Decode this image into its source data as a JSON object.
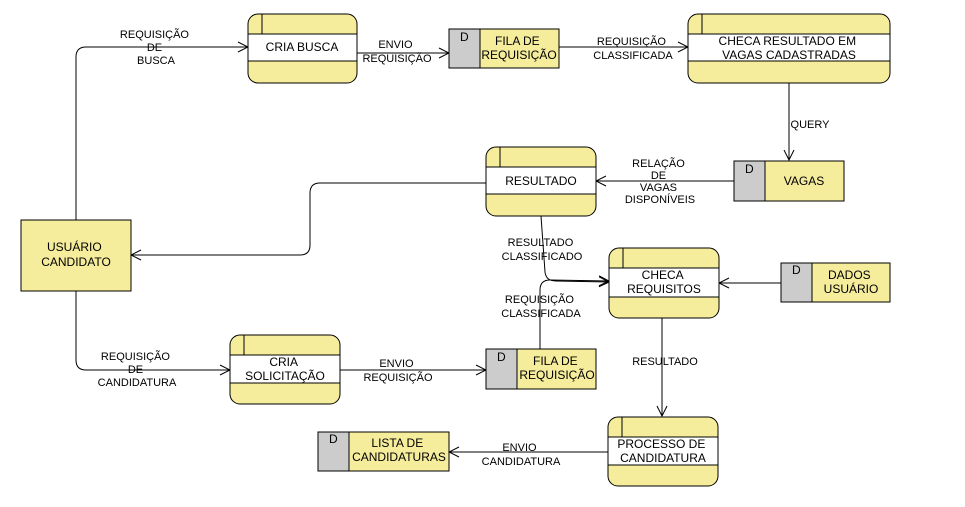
{
  "colors": {
    "fill": "#F5EC9C",
    "store_id_fill": "#CCCCCC",
    "stroke": "#000000",
    "background": "#FFFFFF"
  },
  "processes": {
    "cria_busca": {
      "lines": [
        "CRIA BUSCA"
      ]
    },
    "checa_resultado": {
      "lines": [
        "CHECA RESULTADO EM",
        "VAGAS CADASTRADAS"
      ]
    },
    "resultado": {
      "lines": [
        "RESULTADO"
      ]
    },
    "checa_requisitos": {
      "lines": [
        "CHECA",
        "REQUISITOS"
      ]
    },
    "cria_solicitacao": {
      "lines": [
        "CRIA",
        "SOLICITAÇÃO"
      ]
    },
    "processo_candidatura": {
      "lines": [
        "PROCESSO DE",
        "CANDIDATURA"
      ]
    }
  },
  "stores": {
    "fila_busca": {
      "id": "D",
      "lines": [
        "FILA DE",
        "REQUISIÇÃO"
      ]
    },
    "vagas": {
      "id": "D",
      "lines": [
        "VAGAS"
      ]
    },
    "dados_usuario": {
      "id": "D",
      "lines": [
        "DADOS",
        "USUÁRIO"
      ]
    },
    "fila_candidatura": {
      "id": "D",
      "lines": [
        "FILA DE",
        "REQUISIÇÃO"
      ]
    },
    "lista_candidaturas": {
      "id": "D",
      "lines": [
        "LISTA DE",
        "CANDIDATURAS"
      ]
    }
  },
  "entities": {
    "usuario": {
      "lines": [
        "USUÁRIO",
        "CANDIDATO"
      ]
    }
  },
  "flows": {
    "requisicao_busca": [
      "REQUISIÇÃO",
      "DE",
      "BUSCA"
    ],
    "envio_requisicao_1": [
      "ENVIO",
      "REQUISIÇÃO"
    ],
    "requisicao_classificada_1": [
      "REQUISIÇÃO",
      "CLASSIFICADA"
    ],
    "query": [
      "QUERY"
    ],
    "relacao_vagas": [
      "RELAÇÃO",
      "DE",
      "VAGAS",
      "DISPONÍVEIS"
    ],
    "resultado_classificado": [
      "RESULTADO",
      "CLASSIFICADO"
    ],
    "requisicao_classificada_2": [
      "REQUISIÇÃO",
      "CLASSIFICADA"
    ],
    "requisicao_candidatura": [
      "REQUISIÇÃO",
      "DE",
      "CANDIDATURA"
    ],
    "envio_requisicao_2": [
      "ENVIO",
      "REQUISIÇÃO"
    ],
    "resultado": [
      "RESULTADO"
    ],
    "envio_candidatura": [
      "ENVIO",
      "CANDIDATURA"
    ]
  }
}
